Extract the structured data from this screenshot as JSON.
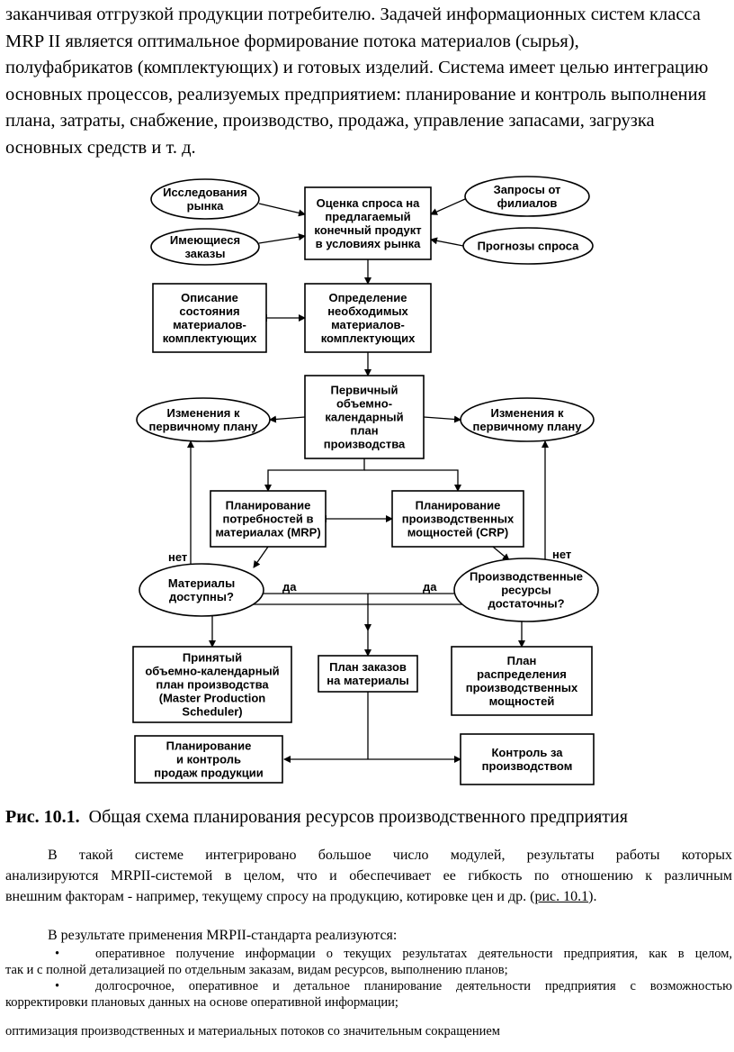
{
  "intro": {
    "lines": [
      "заканчивая отгрузкой продукции потребителю. Задачей информационных систем класса",
      "MRP II является оптимальное формирование потока материалов (сырья),",
      "полуфабрикатов (комплектующих) и готовых изделий. Система имеет целью интеграцию",
      "основных процессов, реализуемых предприятием: планирование и контроль выполнения",
      "плана, затраты, снабжение, производство, продажа, управление запасами, загрузка",
      "основных средств и т. д."
    ]
  },
  "diagram": {
    "nodes": {
      "market_research": [
        "Исследования",
        "рынка"
      ],
      "existing_orders": [
        "Имеющиеся",
        "заказы"
      ],
      "demand_assessment": [
        "Оценка спроса на",
        "предлагаемый",
        "конечный продукт",
        "в условиях рынка"
      ],
      "branch_requests": [
        "Запросы от",
        "филиалов"
      ],
      "demand_forecast": [
        "Прогнозы спроса"
      ],
      "materials_state": [
        "Описание",
        "состояния",
        "материалов-",
        "комплектующих"
      ],
      "materials_needed": [
        "Определение",
        "необходимых",
        "материалов-",
        "комплектующих"
      ],
      "plan_changes_left": [
        "Изменения к",
        "первичному плану"
      ],
      "primary_plan": [
        "Первичный",
        "объемно-",
        "календарный",
        "план",
        "производства"
      ],
      "plan_changes_right": [
        "Изменения к",
        "первичному плану"
      ],
      "mrp": [
        "Планирование",
        "потребностей в",
        "материалах (MRP)"
      ],
      "crp": [
        "Планирование",
        "производственных",
        "мощностей (CRP)"
      ],
      "materials_available": [
        "Материалы",
        "доступны?"
      ],
      "resources_sufficient": [
        "Производственные",
        "ресурсы",
        "достаточны?"
      ],
      "accepted_plan": [
        "Принятый",
        "объемно-календарный",
        "план производства",
        "(Master Production",
        "Scheduler)"
      ],
      "material_orders": [
        "План заказов",
        "на материалы"
      ],
      "capacity_plan": [
        "План",
        "распределения",
        "производственных",
        "мощностей"
      ],
      "sales_planning": [
        "Планирование",
        "и контроль",
        "продаж продукции"
      ],
      "production_control": [
        "Контроль за",
        "производством"
      ]
    },
    "edge_labels": {
      "no_left": "нет",
      "yes_left": "да",
      "yes_right": "да",
      "no_right": "нет"
    }
  },
  "caption": {
    "number": "Рис. 10.1.",
    "text": "Общая схема планирования ресурсов производственного предприятия"
  },
  "paragraph1": {
    "lines": [
      "В такой системе интегрировано большое число модулей, результаты работы которых",
      "анализируются MRPII-системой в целом, что и обеспечивает ее гибкость по отношению к различным"
    ],
    "last_line_prefix": "внешним факторам - например, текущему спросу на продукцию, котировке цен и др. (",
    "link_text": "рис. 10.1",
    "last_line_suffix": ")."
  },
  "paragraph2": "В результате применения MRPII-стандарта реализуются:",
  "bullets": [
    {
      "symbol": "•",
      "first": "оперативное получение информации о текущих результатах деятельности предприятия, как в целом,",
      "rest": "так и с полной детализацией по отдельным заказам, видам ресурсов, выполнению планов;"
    },
    {
      "symbol": "•",
      "first": "долгосрочное, оперативное и детальное планирование деятельности предприятия с возможностью",
      "rest": "корректировки плановых данных на основе оперативной информации;"
    }
  ],
  "tail": "оптимизация производственных и материальных потоков со значительным сокращением"
}
